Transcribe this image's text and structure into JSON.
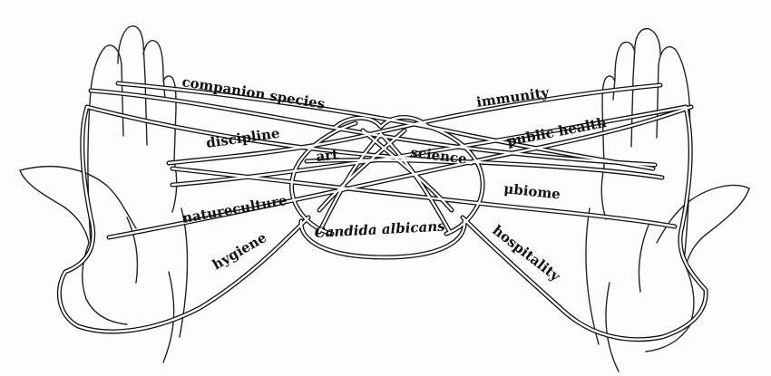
{
  "labels": {
    "companion_species": "companion species",
    "immunity": "immunity",
    "discipline": "discipline",
    "art": "art",
    "science": "science",
    "public_health": "public health",
    "natureculture": "natureculture",
    "microbiome": "μbiome",
    "hygiene": "hygiene",
    "candida": "Candida albicans",
    "hospitality": "hospitality"
  }
}
